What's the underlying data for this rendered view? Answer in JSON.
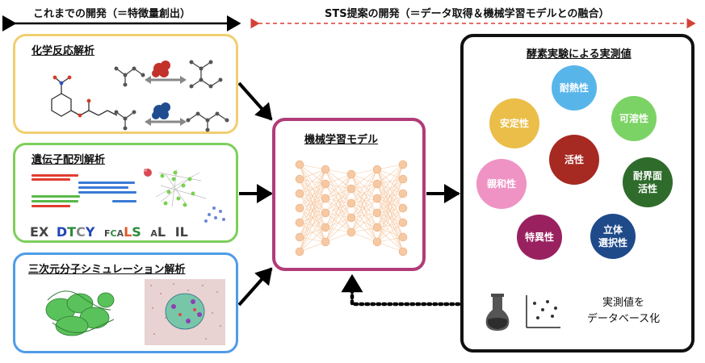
{
  "headers": {
    "left": "これまでの開発（＝特徴量創出）",
    "right": "STS提案の開発（＝データ取得＆機械学習モデルとの融合）"
  },
  "inputs": {
    "chem": {
      "title": "化学反応解析",
      "color": "#f1cf70"
    },
    "gene": {
      "title": "遺伝子配列解析",
      "color": "#7dcf5b"
    },
    "sim": {
      "title": "三次元分子シミュレーション解析",
      "color": "#4f9ce8"
    }
  },
  "model": {
    "title": "機械学習モデル",
    "color": "#b03c78",
    "node_color": "#f6c9a3"
  },
  "experiment": {
    "title": "酵素実験による実測値",
    "properties": [
      {
        "label": "耐熱性",
        "color": "#58b5ea"
      },
      {
        "label": "安定性",
        "color": "#ebbe49"
      },
      {
        "label": "可溶性",
        "color": "#7bd365"
      },
      {
        "label": "活性",
        "color": "#a62a22"
      },
      {
        "label": "親和性",
        "color": "#ef92c4"
      },
      {
        "label": "耐界面\n活性",
        "color": "#2f6c2b"
      },
      {
        "label": "特異性",
        "color": "#9a2160"
      },
      {
        "label": "立体\n選択性",
        "color": "#1f4a8a"
      }
    ],
    "database_note": "実測値を\nデータベース化"
  },
  "logo_letters": "EX DTCY FCALS AL IL"
}
